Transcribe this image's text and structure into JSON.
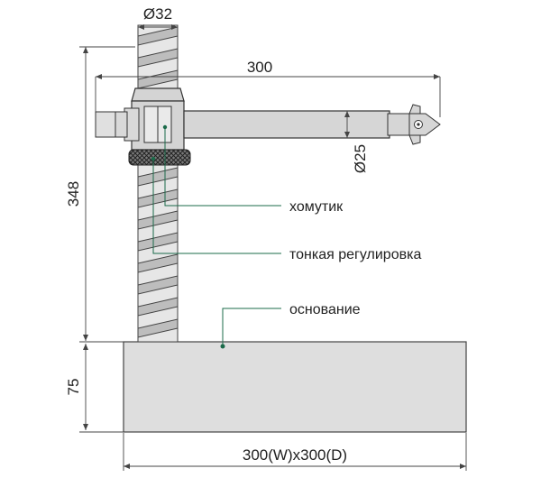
{
  "dimensions": {
    "column_diameter": "Ø32",
    "arm_length": "300",
    "arm_diameter": "Ø25",
    "total_height": "348",
    "base_height": "75",
    "base_size": "300(W)x300(D)"
  },
  "callouts": {
    "clamp": "хомутик",
    "fine_adjustment": "тонкая регулировка",
    "base": "основание"
  },
  "colors": {
    "metal": "#d4d4d4",
    "leader": "#1b6b4a",
    "line": "#333333"
  }
}
